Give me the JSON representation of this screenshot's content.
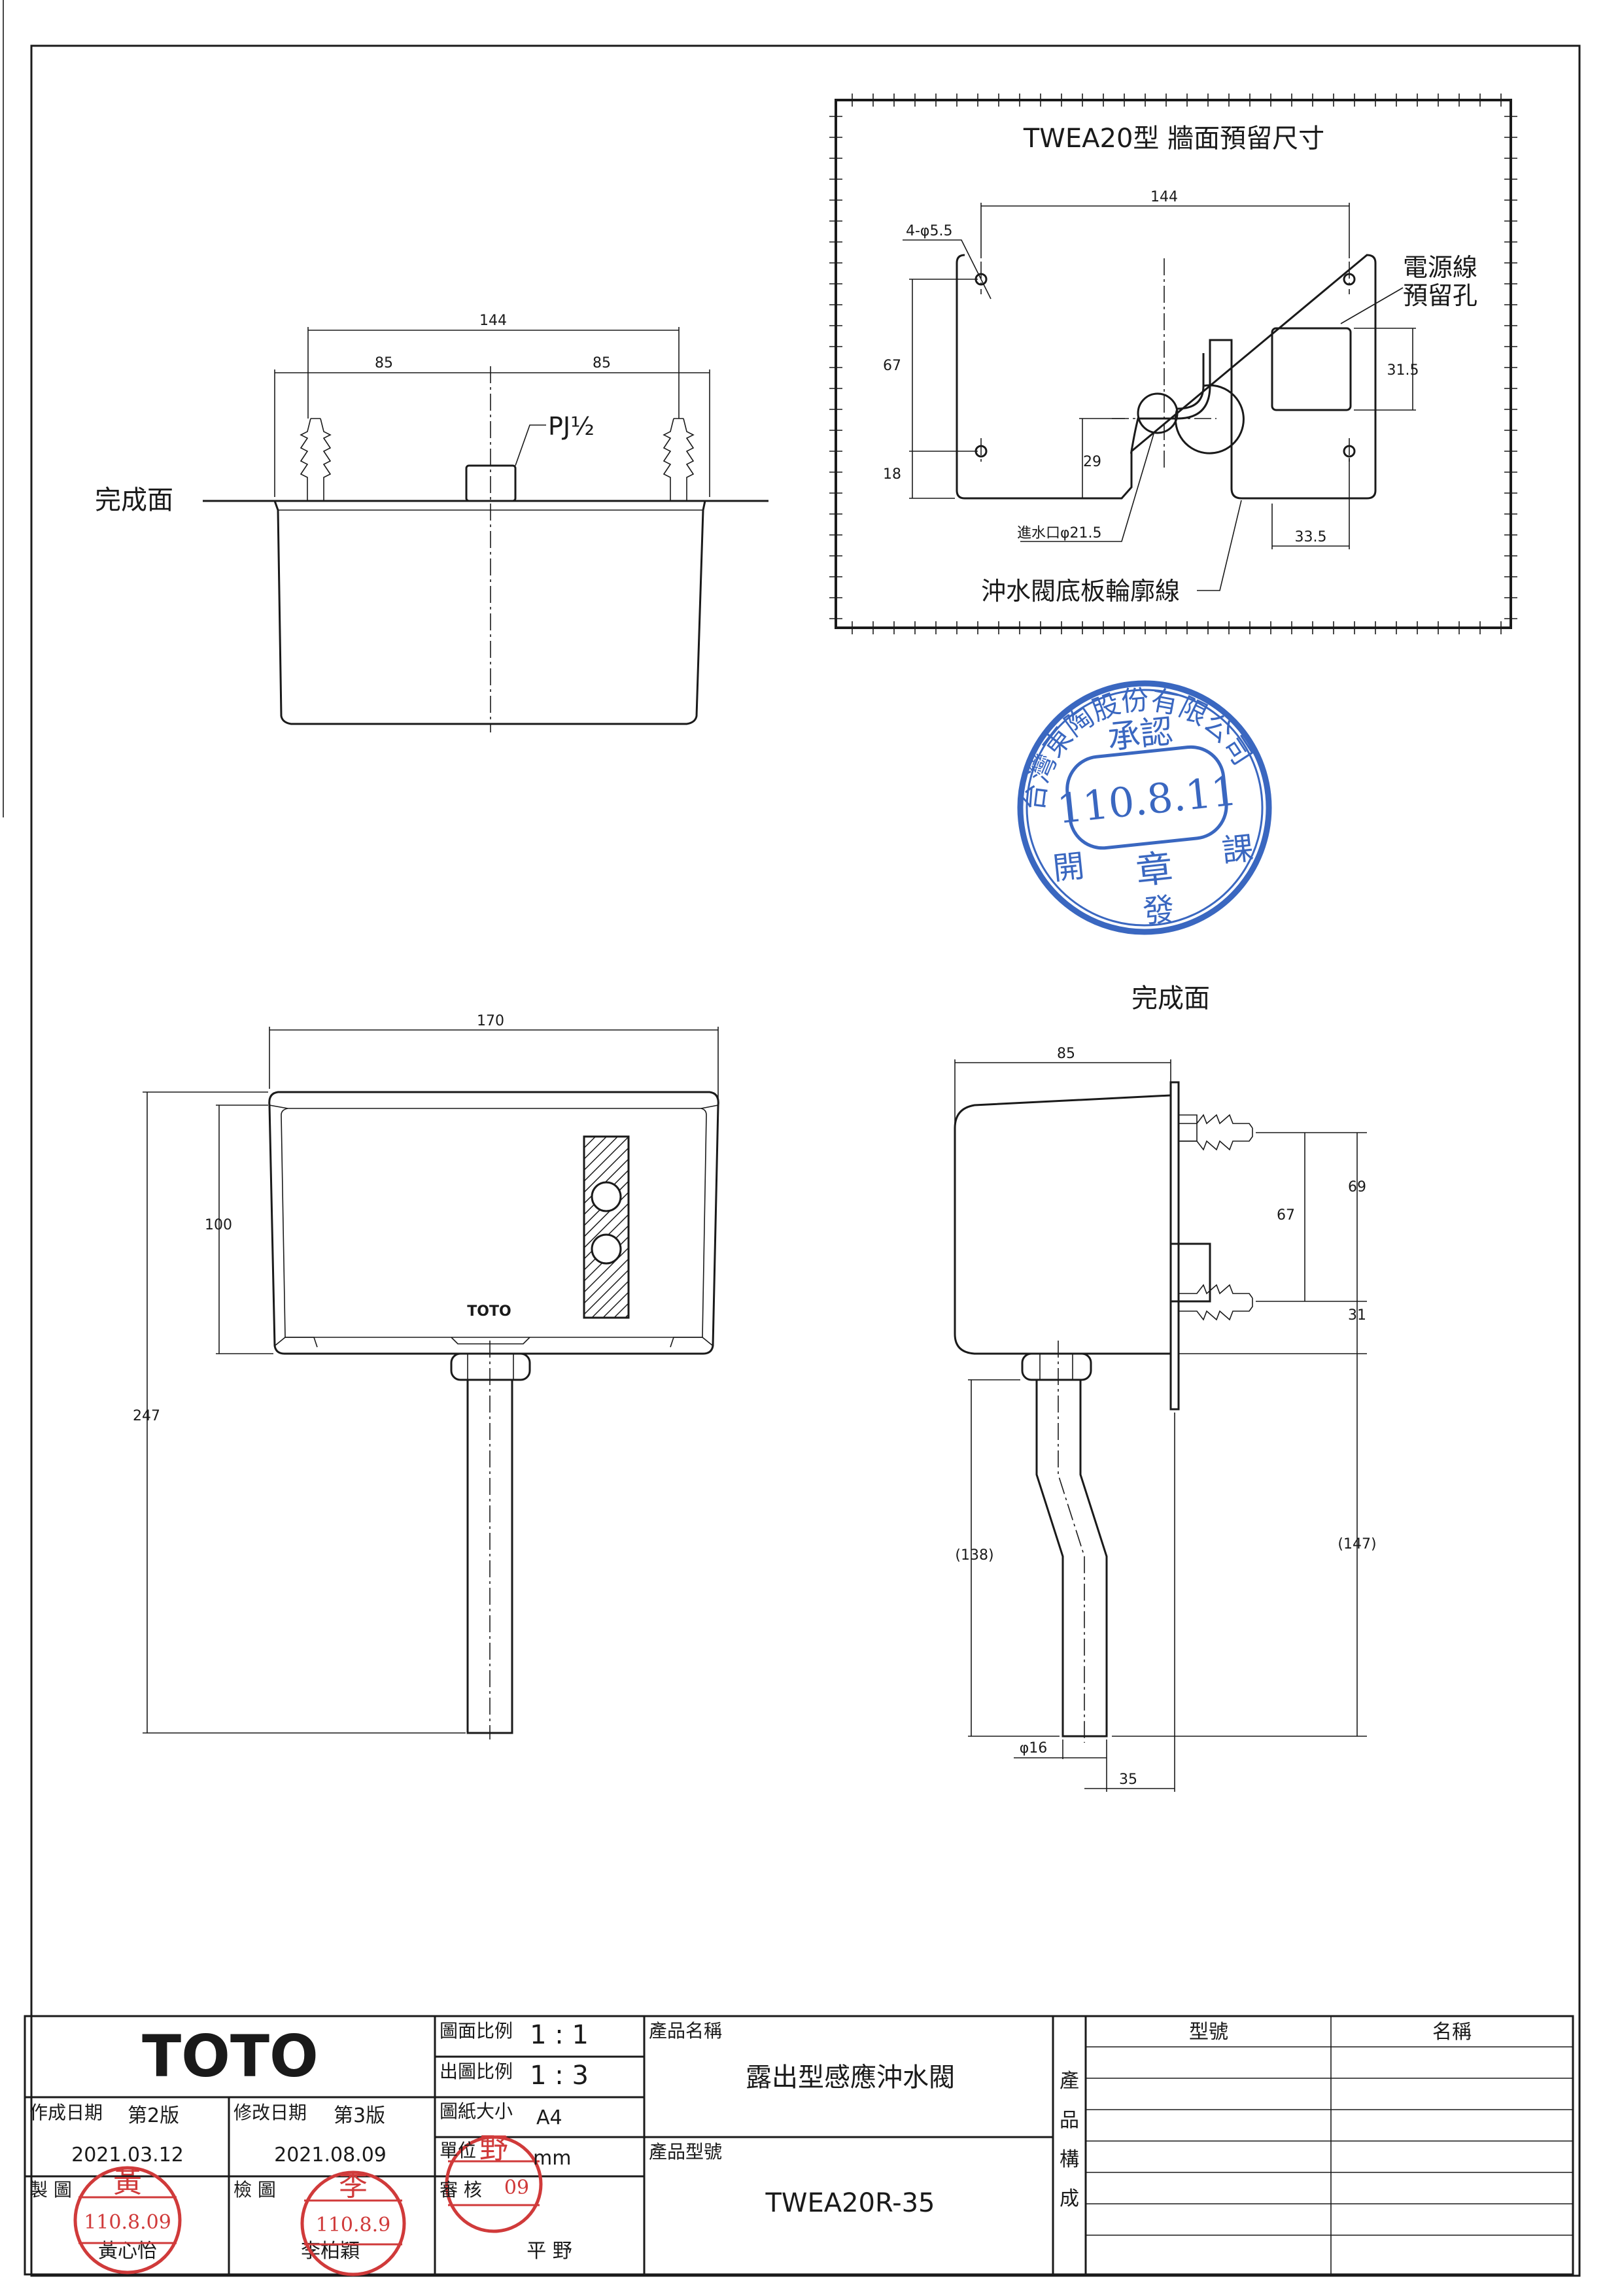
{
  "drawing": {
    "top_view": {
      "dim_overall": "144",
      "dim_left": "85",
      "dim_right": "85",
      "pipe_label": "PJ½",
      "finish_surface": "完成面"
    },
    "wall_panel": {
      "title": "TWEA20型  牆面預留尺寸",
      "dim_width": "144",
      "holes": "4-φ5.5",
      "dim_67": "67",
      "dim_18": "18",
      "dim_29": "29",
      "dim_31_5": "31.5",
      "dim_33_5": "33.5",
      "power_hole_line1": "電源線",
      "power_hole_line2": "預留孔",
      "inlet": "進水口φ21.5",
      "outline": "沖水閥底板輪廓線"
    },
    "front_view": {
      "dim_width": "170",
      "dim_height": "100",
      "dim_total": "247",
      "brand": "TOTO"
    },
    "side_view": {
      "finish_surface": "完成面",
      "dim_depth": "85",
      "dim_69": "69",
      "dim_67": "67",
      "dim_31": "31",
      "dim_138": "(138)",
      "dim_147": "(147)",
      "dim_16": "φ16",
      "dim_35": "35"
    }
  },
  "approval_stamp": {
    "ring_text": "台灣東陶股份有限公司",
    "title": "承認",
    "date": "110.8.11",
    "seal": "章",
    "left": "開",
    "bottom": "發",
    "right": "課"
  },
  "title_block": {
    "brand": "TOTO",
    "created_label": "作成日期",
    "created_edition": "第2版",
    "created_date": "2021.03.12",
    "revised_label": "修改日期",
    "revised_edition": "第3版",
    "revised_date": "2021.08.09",
    "drafter_label": "製  圖",
    "drafter_name": "黃心怡",
    "drafter_stamp_date": "110.8.09",
    "drafter_stamp_char": "黃",
    "checker_label": "檢  圖",
    "checker_name": "李柏穎",
    "checker_stamp_date": "110.8.9",
    "checker_stamp_char": "李",
    "scale_label": "圖面比例",
    "scale_value": "1 : 1",
    "print_scale_label": "出圖比例",
    "print_scale_value": "1 : 3",
    "paper_label": "圖紙大小",
    "paper_value": "A4",
    "unit_label": "單位",
    "unit_value": "mm",
    "reviewer_label": "審  核",
    "reviewer_name": "平  野",
    "reviewer_stamp_char": "野",
    "reviewer_stamp_date": "09",
    "product_name_label": "產品名稱",
    "product_name": "露出型感應沖水閥",
    "product_model_label": "產品型號",
    "product_model": "TWEA20R-35",
    "composition_label": [
      "產",
      "品",
      "構",
      "成"
    ],
    "col_model": "型號",
    "col_name": "名稱"
  }
}
